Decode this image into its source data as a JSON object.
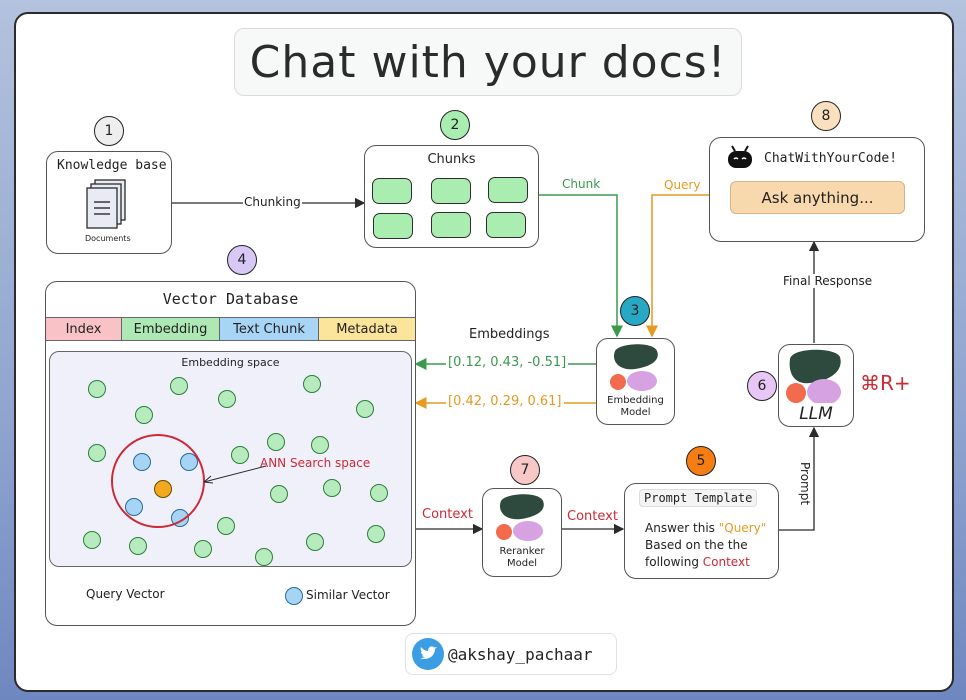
{
  "title": "Chat with your docs!",
  "colors": {
    "chunk_green": "#3a9a4c",
    "query_orange": "#e69a1f",
    "context_red": "#cc2a36",
    "badge_1": "#eeeeee",
    "badge_2": "#a9eeb0",
    "badge_3": "#27a8c4",
    "badge_4": "#d8c8f5",
    "badge_5": "#f57d14",
    "badge_6": "#e8c6f6",
    "badge_7": "#f8c8c8",
    "badge_8": "#fbe0c0"
  },
  "steps": {
    "s1": "1",
    "s2": "2",
    "s3": "3",
    "s4": "4",
    "s5": "5",
    "s6": "6",
    "s7": "7",
    "s8": "8"
  },
  "knowledge_base": {
    "title": "Knowledge base",
    "icon_label": "Documents"
  },
  "chunks": {
    "title": "Chunks"
  },
  "arrows": {
    "chunking": "Chunking",
    "chunk": "Chunk",
    "query": "Query",
    "final_response": "Final Response",
    "prompt": "Prompt",
    "context_1": "Context",
    "context_2": "Context"
  },
  "chat_app": {
    "name": "ChatWithYourCode!",
    "input_placeholder": "Ask anything..."
  },
  "vector_db": {
    "title": "Vector Database",
    "columns": [
      "Index",
      "Embedding",
      "Text Chunk",
      "Metadata"
    ],
    "space_label": "Embedding space",
    "ann_label": "ANN Search space",
    "legend_query": "Query Vector",
    "legend_similar": "Similar Vector"
  },
  "embeddings": {
    "label": "Embeddings",
    "vector_chunk": "[0.12, 0.43, -0.51]",
    "vector_query": "[0.42, 0.29, 0.61]"
  },
  "embedding_model": {
    "label_line1": "Embedding",
    "label_line2": "Model"
  },
  "reranker_model": {
    "label_line1": "Reranker",
    "label_line2": "Model"
  },
  "llm": {
    "label": "LLM",
    "brand_mark": "⌘R+"
  },
  "prompt_template": {
    "title": "Prompt Template",
    "line1_a": "Answer this ",
    "line1_q": "\"Query\"",
    "line2": "Based on the the",
    "line3_a": "following ",
    "line3_c": "Context"
  },
  "footer": {
    "handle": "@akshay_pachaar"
  }
}
